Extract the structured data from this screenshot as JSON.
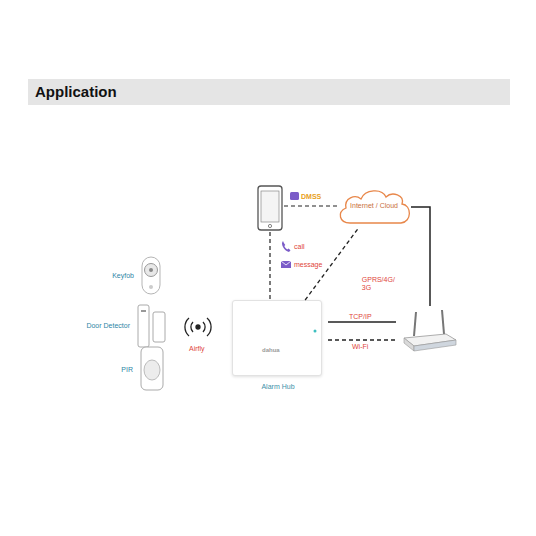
{
  "diagram": {
    "title": "Application",
    "nodes": [
      {
        "text": [
          "Internet / Cloud"
        ]
      },
      {
        "text": [
          "Alarm Hub"
        ]
      },
      {
        "text": [
          "Keyfob"
        ]
      },
      {
        "text": [
          "Door Detector"
        ]
      },
      {
        "text": [
          "PIR"
        ]
      }
    ],
    "edges": [
      {
        "from": 1,
        "to": 0,
        "label": "GPRS/4G/ 3G",
        "arrow": "none"
      }
    ],
    "labels": [
      "DMSS",
      "call",
      "message",
      "TCP/IP",
      "Wi-Fi",
      "Airfly",
      "dahua"
    ]
  }
}
